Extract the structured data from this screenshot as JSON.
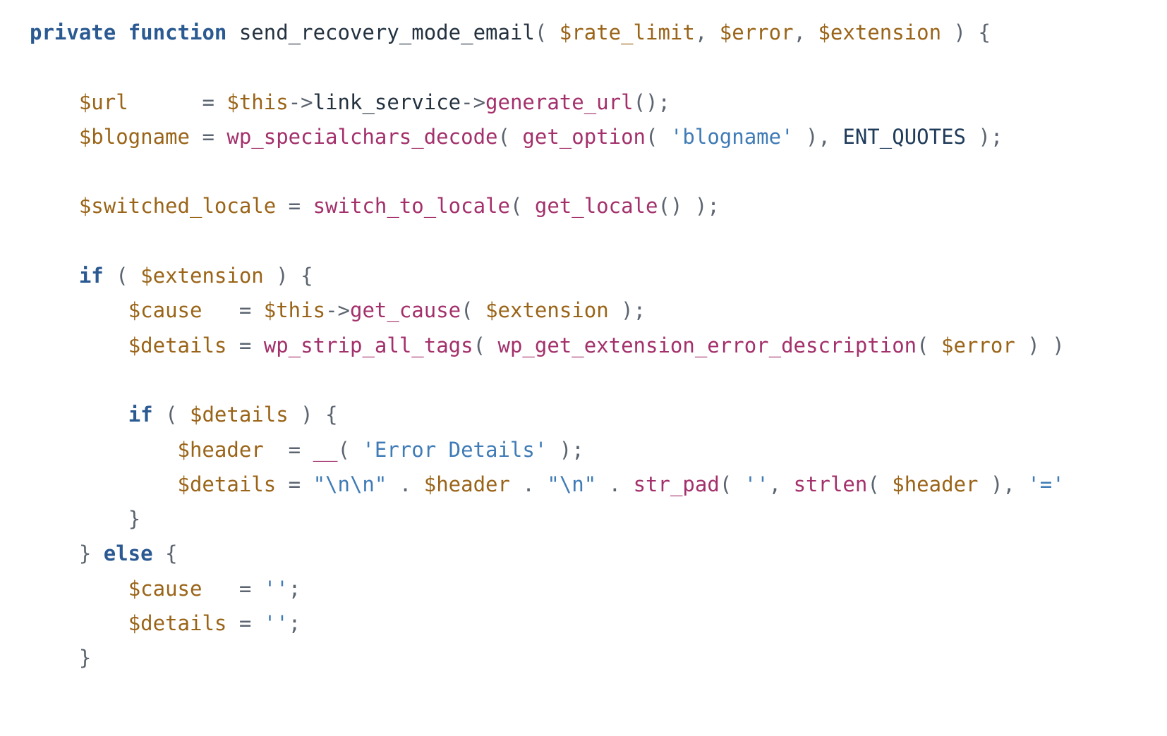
{
  "colors": {
    "keyword": "#2b5a92",
    "variable": "#9a6418",
    "function": "#a3306b",
    "string": "#3f7bb6",
    "constant": "#1f3b5a",
    "plain": "#243240",
    "punctuation": "#5b6470",
    "background": "#ffffff"
  },
  "code": {
    "language": "php",
    "lines": [
      [
        {
          "t": "keyword",
          "v": "private"
        },
        {
          "t": "plain",
          "v": " "
        },
        {
          "t": "keyword",
          "v": "function"
        },
        {
          "t": "plain",
          "v": " send_recovery_mode_email"
        },
        {
          "t": "punct",
          "v": "( "
        },
        {
          "t": "variable",
          "v": "$rate_limit"
        },
        {
          "t": "punct",
          "v": ", "
        },
        {
          "t": "variable",
          "v": "$error"
        },
        {
          "t": "punct",
          "v": ", "
        },
        {
          "t": "variable",
          "v": "$extension"
        },
        {
          "t": "punct",
          "v": " ) {"
        }
      ],
      [],
      [
        {
          "t": "plain",
          "v": "    "
        },
        {
          "t": "variable",
          "v": "$url"
        },
        {
          "t": "punct",
          "v": "      = "
        },
        {
          "t": "variable",
          "v": "$this"
        },
        {
          "t": "punct",
          "v": "->"
        },
        {
          "t": "plain",
          "v": "link_service"
        },
        {
          "t": "punct",
          "v": "->"
        },
        {
          "t": "function",
          "v": "generate_url"
        },
        {
          "t": "punct",
          "v": "();"
        }
      ],
      [
        {
          "t": "plain",
          "v": "    "
        },
        {
          "t": "variable",
          "v": "$blogname"
        },
        {
          "t": "punct",
          "v": " = "
        },
        {
          "t": "function",
          "v": "wp_specialchars_decode"
        },
        {
          "t": "punct",
          "v": "( "
        },
        {
          "t": "function",
          "v": "get_option"
        },
        {
          "t": "punct",
          "v": "( "
        },
        {
          "t": "string",
          "v": "'blogname'"
        },
        {
          "t": "punct",
          "v": " ), "
        },
        {
          "t": "constant",
          "v": "ENT_QUOTES"
        },
        {
          "t": "punct",
          "v": " );"
        }
      ],
      [],
      [
        {
          "t": "plain",
          "v": "    "
        },
        {
          "t": "variable",
          "v": "$switched_locale"
        },
        {
          "t": "punct",
          "v": " = "
        },
        {
          "t": "function",
          "v": "switch_to_locale"
        },
        {
          "t": "punct",
          "v": "( "
        },
        {
          "t": "function",
          "v": "get_locale"
        },
        {
          "t": "punct",
          "v": "() );"
        }
      ],
      [],
      [
        {
          "t": "plain",
          "v": "    "
        },
        {
          "t": "keyword",
          "v": "if"
        },
        {
          "t": "punct",
          "v": " ( "
        },
        {
          "t": "variable",
          "v": "$extension"
        },
        {
          "t": "punct",
          "v": " ) {"
        }
      ],
      [
        {
          "t": "plain",
          "v": "        "
        },
        {
          "t": "variable",
          "v": "$cause"
        },
        {
          "t": "punct",
          "v": "   = "
        },
        {
          "t": "variable",
          "v": "$this"
        },
        {
          "t": "punct",
          "v": "->"
        },
        {
          "t": "function",
          "v": "get_cause"
        },
        {
          "t": "punct",
          "v": "( "
        },
        {
          "t": "variable",
          "v": "$extension"
        },
        {
          "t": "punct",
          "v": " );"
        }
      ],
      [
        {
          "t": "plain",
          "v": "        "
        },
        {
          "t": "variable",
          "v": "$details"
        },
        {
          "t": "punct",
          "v": " = "
        },
        {
          "t": "function",
          "v": "wp_strip_all_tags"
        },
        {
          "t": "punct",
          "v": "( "
        },
        {
          "t": "function",
          "v": "wp_get_extension_error_description"
        },
        {
          "t": "punct",
          "v": "( "
        },
        {
          "t": "variable",
          "v": "$error"
        },
        {
          "t": "punct",
          "v": " ) )"
        }
      ],
      [],
      [
        {
          "t": "plain",
          "v": "        "
        },
        {
          "t": "keyword",
          "v": "if"
        },
        {
          "t": "punct",
          "v": " ( "
        },
        {
          "t": "variable",
          "v": "$details"
        },
        {
          "t": "punct",
          "v": " ) {"
        }
      ],
      [
        {
          "t": "plain",
          "v": "            "
        },
        {
          "t": "variable",
          "v": "$header"
        },
        {
          "t": "punct",
          "v": "  = "
        },
        {
          "t": "function",
          "v": "__"
        },
        {
          "t": "punct",
          "v": "( "
        },
        {
          "t": "string",
          "v": "'Error Details'"
        },
        {
          "t": "punct",
          "v": " );"
        }
      ],
      [
        {
          "t": "plain",
          "v": "            "
        },
        {
          "t": "variable",
          "v": "$details"
        },
        {
          "t": "punct",
          "v": " = "
        },
        {
          "t": "string",
          "v": "\"\\n\\n\""
        },
        {
          "t": "punct",
          "v": " . "
        },
        {
          "t": "variable",
          "v": "$header"
        },
        {
          "t": "punct",
          "v": " . "
        },
        {
          "t": "string",
          "v": "\"\\n\""
        },
        {
          "t": "punct",
          "v": " . "
        },
        {
          "t": "function",
          "v": "str_pad"
        },
        {
          "t": "punct",
          "v": "( "
        },
        {
          "t": "string",
          "v": "''"
        },
        {
          "t": "punct",
          "v": ", "
        },
        {
          "t": "function",
          "v": "strlen"
        },
        {
          "t": "punct",
          "v": "( "
        },
        {
          "t": "variable",
          "v": "$header"
        },
        {
          "t": "punct",
          "v": " ), "
        },
        {
          "t": "string",
          "v": "'='"
        }
      ],
      [
        {
          "t": "plain",
          "v": "        "
        },
        {
          "t": "punct",
          "v": "}"
        }
      ],
      [
        {
          "t": "plain",
          "v": "    "
        },
        {
          "t": "punct",
          "v": "} "
        },
        {
          "t": "keyword",
          "v": "else"
        },
        {
          "t": "punct",
          "v": " {"
        }
      ],
      [
        {
          "t": "plain",
          "v": "        "
        },
        {
          "t": "variable",
          "v": "$cause"
        },
        {
          "t": "punct",
          "v": "   = "
        },
        {
          "t": "string",
          "v": "''"
        },
        {
          "t": "punct",
          "v": ";"
        }
      ],
      [
        {
          "t": "plain",
          "v": "        "
        },
        {
          "t": "variable",
          "v": "$details"
        },
        {
          "t": "punct",
          "v": " = "
        },
        {
          "t": "string",
          "v": "''"
        },
        {
          "t": "punct",
          "v": ";"
        }
      ],
      [
        {
          "t": "plain",
          "v": "    "
        },
        {
          "t": "punct",
          "v": "}"
        }
      ]
    ]
  }
}
